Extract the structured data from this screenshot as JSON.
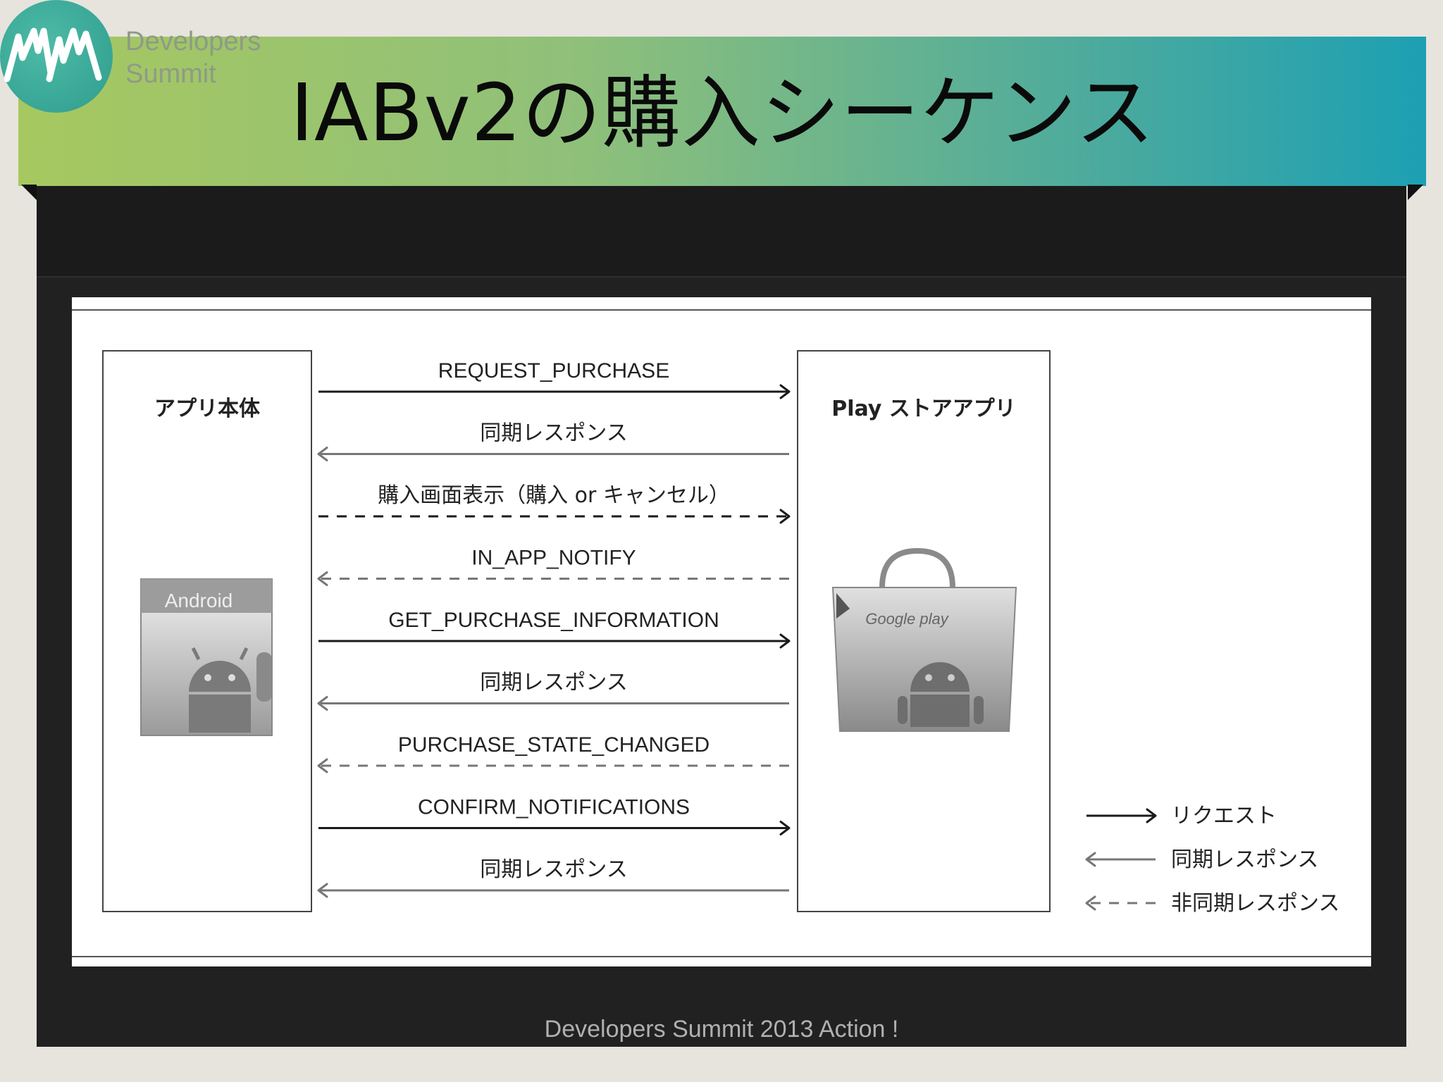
{
  "logo": {
    "line1": "Developers",
    "line2": "Summit"
  },
  "slide": {
    "title": "IABv2の購入シーケンス"
  },
  "footer": {
    "text": "Developers Summit 2013 Action !"
  },
  "diagram": {
    "left_box": {
      "title": "アプリ本体",
      "icon_label": "Android"
    },
    "right_box": {
      "title": "Play ストアアプリ",
      "icon_label": "Google play"
    },
    "messages": [
      {
        "label": "REQUEST_PURCHASE",
        "direction": "right",
        "style": "request"
      },
      {
        "label": "同期レスポンス",
        "direction": "left",
        "style": "sync"
      },
      {
        "label": "購入画面表示（購入 or キャンセル）",
        "direction": "right",
        "style": "async"
      },
      {
        "label": "IN_APP_NOTIFY",
        "direction": "left",
        "style": "async-response"
      },
      {
        "label": "GET_PURCHASE_INFORMATION",
        "direction": "right",
        "style": "request"
      },
      {
        "label": "同期レスポンス",
        "direction": "left",
        "style": "sync"
      },
      {
        "label": "PURCHASE_STATE_CHANGED",
        "direction": "left",
        "style": "async-response"
      },
      {
        "label": "CONFIRM_NOTIFICATIONS",
        "direction": "right",
        "style": "request"
      },
      {
        "label": "同期レスポンス",
        "direction": "left",
        "style": "sync"
      }
    ],
    "legend": [
      {
        "label": "リクエスト",
        "style": "request"
      },
      {
        "label": "同期レスポンス",
        "style": "sync"
      },
      {
        "label": "非同期レスポンス",
        "style": "async-response"
      }
    ]
  },
  "colors": {
    "request": "#1a1a1a",
    "response": "#777777",
    "accent_green": "#a7c860",
    "accent_teal": "#1da0b3"
  }
}
